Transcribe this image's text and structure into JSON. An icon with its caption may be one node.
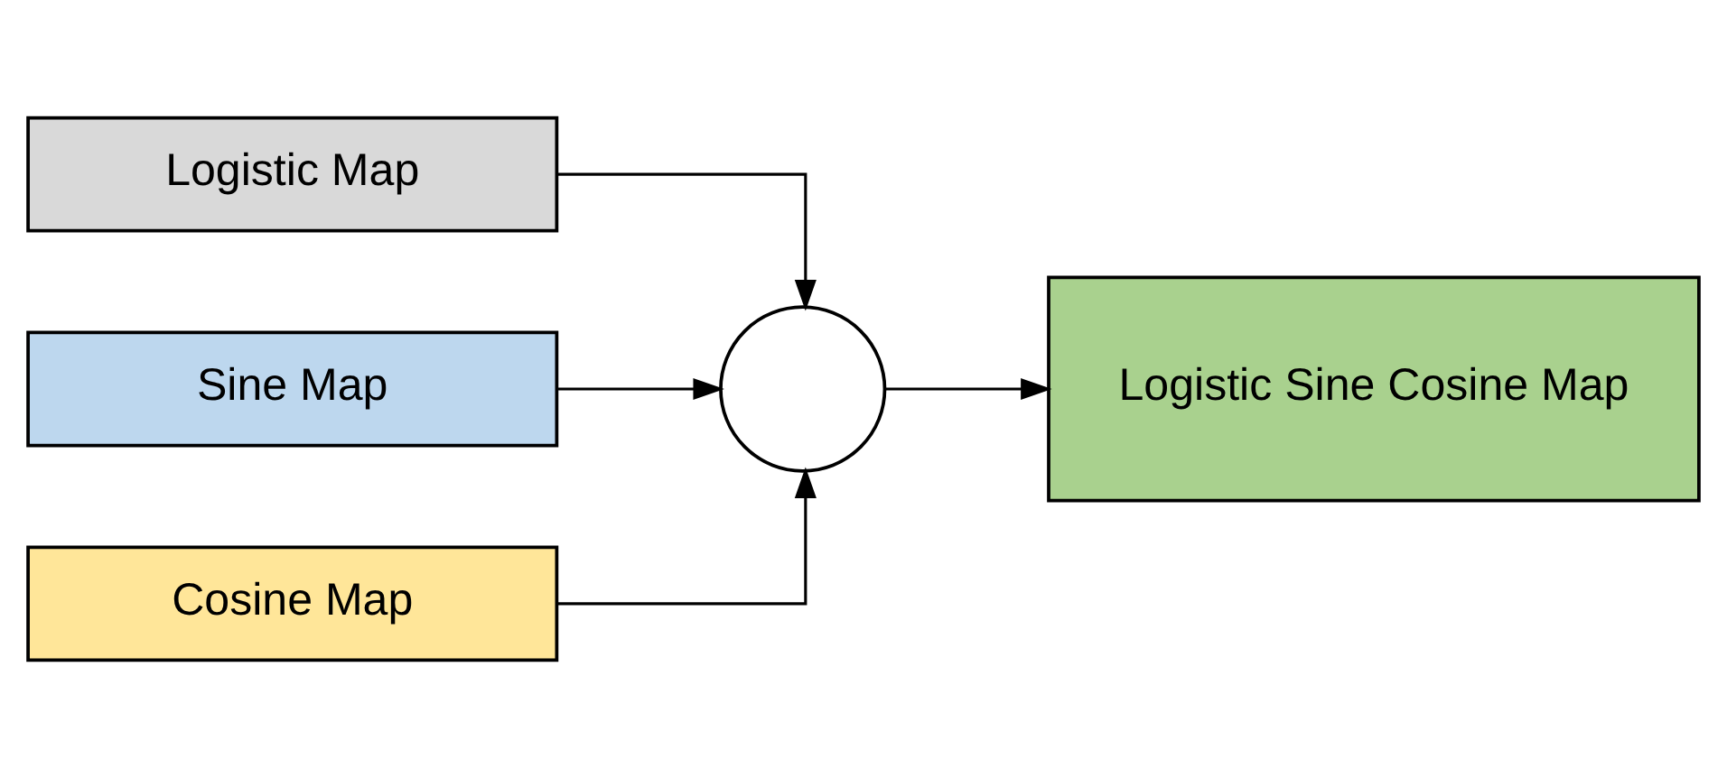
{
  "diagram": {
    "nodes": [
      {
        "text": [
          "Logistic Map"
        ]
      },
      {
        "text": [
          "Sine Map"
        ]
      },
      {
        "text": [
          "Cosine Map"
        ]
      },
      {
        "text": [],
        "shape": "circle"
      },
      {
        "text": [
          "Logistic Sine Cosine Map"
        ]
      }
    ],
    "edges": [
      {
        "from": 0,
        "to": 3,
        "arrow": "to"
      },
      {
        "from": 1,
        "to": 3,
        "arrow": "to"
      },
      {
        "from": 2,
        "to": 3,
        "arrow": "to"
      },
      {
        "from": 3,
        "to": 4,
        "arrow": "to"
      }
    ]
  }
}
